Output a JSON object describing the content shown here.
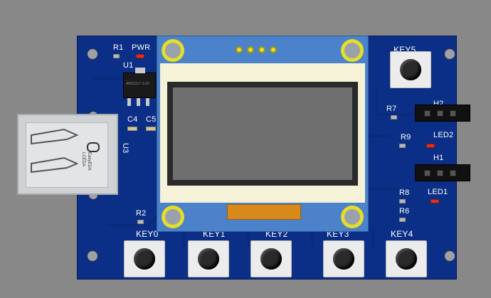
{
  "board": {
    "labels": {
      "r1": "R1",
      "pwr": "PWR",
      "u1": "U1",
      "c4": "C4",
      "c5": "C5",
      "u3": "U3",
      "r2": "R2",
      "key5": "KEY5",
      "r7": "R7",
      "h2": "H2",
      "r9": "R9",
      "led2": "LED2",
      "h1": "H1",
      "r8": "R8",
      "led1": "LED1",
      "r6": "R6",
      "key0": "KEY0",
      "key1": "KEY1",
      "key2": "KEY2",
      "key3": "KEY3",
      "key4": "KEY4",
      "u1_marking": "AMS1117-3.3V",
      "usb_logo_line1": "LCEDA",
      "usb_logo_line2": "EasyEDA"
    },
    "colors": {
      "pcb": "#0b2f86",
      "silkscreen": "#ffffff",
      "pad": "#e4de29",
      "oled_frame": "#f5f2d8",
      "oled_screen": "#6f6f6f",
      "led_red": "#e0301b",
      "background": "#888888"
    }
  }
}
